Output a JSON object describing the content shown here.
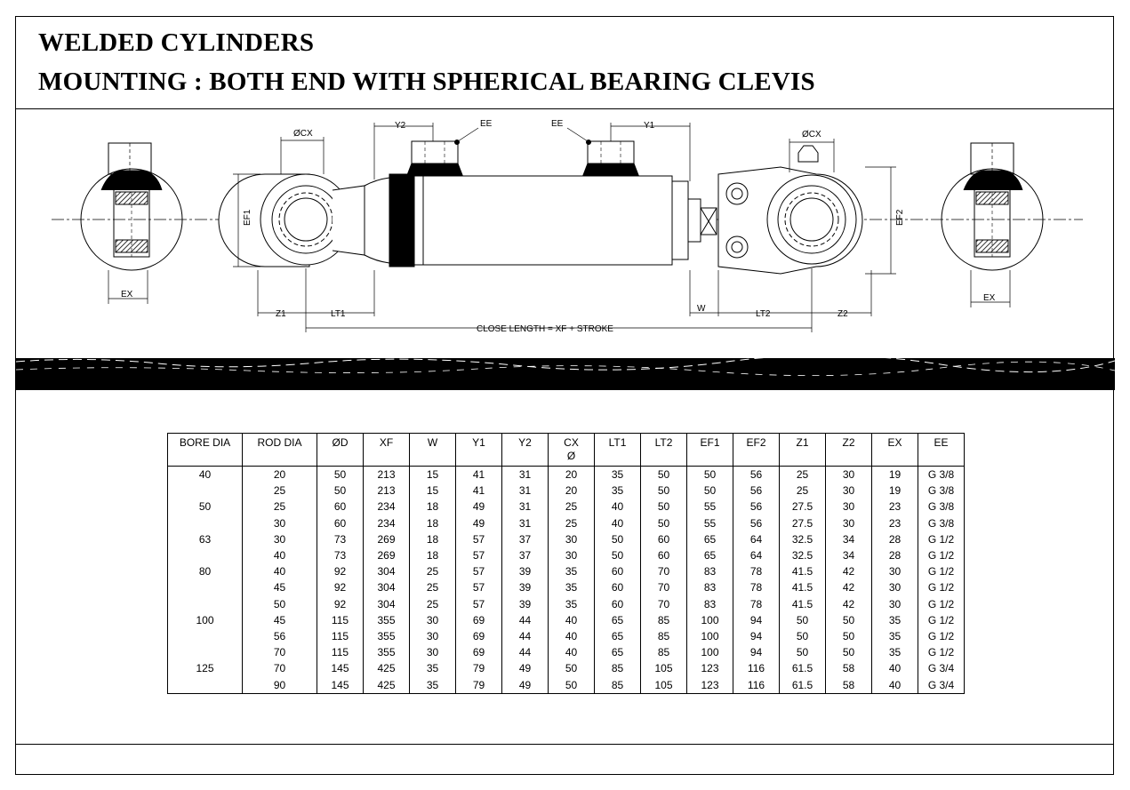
{
  "title": {
    "line1": "WELDED CYLINDERS",
    "line2": "MOUNTING : BOTH END WITH SPHERICAL BEARING CLEVIS"
  },
  "drawing_labels": {
    "ocx_left": "ØCX",
    "ocx_right": "ØCX",
    "y2": "Y2",
    "y1": "Y1",
    "ee_left": "EE",
    "ee_right": "EE",
    "ef1": "EF1",
    "ef2": "EF2",
    "ex_left": "EX",
    "ex_right": "EX",
    "z1": "Z1",
    "lt1": "LT1",
    "w": "W",
    "lt2": "LT2",
    "z2": "Z2",
    "close_length": "CLOSE LENGTH = XF + STROKE"
  },
  "table": {
    "headers": [
      "BORE DIA",
      "ROD DIA",
      "ØD",
      "XF",
      "W",
      "Y1",
      "Y2",
      "CX\nØ",
      "LT1",
      "LT2",
      "EF1",
      "EF2",
      "Z1",
      "Z2",
      "EX",
      "EE"
    ],
    "rows": [
      [
        "40",
        "20",
        "50",
        "213",
        "15",
        "41",
        "31",
        "20",
        "35",
        "50",
        "50",
        "56",
        "25",
        "30",
        "19",
        "G 3/8"
      ],
      [
        "",
        "25",
        "50",
        "213",
        "15",
        "41",
        "31",
        "20",
        "35",
        "50",
        "50",
        "56",
        "25",
        "30",
        "19",
        "G 3/8"
      ],
      [
        "50",
        "25",
        "60",
        "234",
        "18",
        "49",
        "31",
        "25",
        "40",
        "50",
        "55",
        "56",
        "27.5",
        "30",
        "23",
        "G 3/8"
      ],
      [
        "",
        "30",
        "60",
        "234",
        "18",
        "49",
        "31",
        "25",
        "40",
        "50",
        "55",
        "56",
        "27.5",
        "30",
        "23",
        "G 3/8"
      ],
      [
        "63",
        "30",
        "73",
        "269",
        "18",
        "57",
        "37",
        "30",
        "50",
        "60",
        "65",
        "64",
        "32.5",
        "34",
        "28",
        "G 1/2"
      ],
      [
        "",
        "40",
        "73",
        "269",
        "18",
        "57",
        "37",
        "30",
        "50",
        "60",
        "65",
        "64",
        "32.5",
        "34",
        "28",
        "G 1/2"
      ],
      [
        "80",
        "40",
        "92",
        "304",
        "25",
        "57",
        "39",
        "35",
        "60",
        "70",
        "83",
        "78",
        "41.5",
        "42",
        "30",
        "G 1/2"
      ],
      [
        "",
        "45",
        "92",
        "304",
        "25",
        "57",
        "39",
        "35",
        "60",
        "70",
        "83",
        "78",
        "41.5",
        "42",
        "30",
        "G 1/2"
      ],
      [
        "",
        "50",
        "92",
        "304",
        "25",
        "57",
        "39",
        "35",
        "60",
        "70",
        "83",
        "78",
        "41.5",
        "42",
        "30",
        "G 1/2"
      ],
      [
        "100",
        "45",
        "115",
        "355",
        "30",
        "69",
        "44",
        "40",
        "65",
        "85",
        "100",
        "94",
        "50",
        "50",
        "35",
        "G 1/2"
      ],
      [
        "",
        "56",
        "115",
        "355",
        "30",
        "69",
        "44",
        "40",
        "65",
        "85",
        "100",
        "94",
        "50",
        "50",
        "35",
        "G 1/2"
      ],
      [
        "",
        "70",
        "115",
        "355",
        "30",
        "69",
        "44",
        "40",
        "65",
        "85",
        "100",
        "94",
        "50",
        "50",
        "35",
        "G 1/2"
      ],
      [
        "125",
        "70",
        "145",
        "425",
        "35",
        "79",
        "49",
        "50",
        "85",
        "105",
        "123",
        "116",
        "61.5",
        "58",
        "40",
        "G 3/4"
      ],
      [
        "",
        "90",
        "145",
        "425",
        "35",
        "79",
        "49",
        "50",
        "85",
        "105",
        "123",
        "116",
        "61.5",
        "58",
        "40",
        "G 3/4"
      ]
    ]
  }
}
